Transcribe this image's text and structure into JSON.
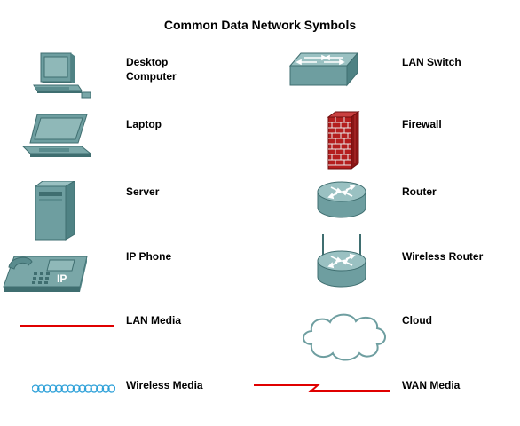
{
  "title": "Common Data Network Symbols",
  "symbols": {
    "desktop": {
      "label_line1": "Desktop",
      "label_line2": "Computer",
      "icon": "desktop-computer-icon"
    },
    "laptop": {
      "label": "Laptop",
      "icon": "laptop-icon"
    },
    "server": {
      "label": "Server",
      "icon": "server-icon"
    },
    "ip_phone": {
      "label": "IP Phone",
      "icon": "ip-phone-icon",
      "phone_text": "IP"
    },
    "lan_media": {
      "label": "LAN Media",
      "icon": "lan-media-line",
      "color": "#e00000"
    },
    "wireless_media": {
      "label": "Wireless Media",
      "icon": "wireless-media-wave",
      "color": "#2a9fd8"
    },
    "lan_switch": {
      "label": "LAN Switch",
      "icon": "lan-switch-icon"
    },
    "firewall": {
      "label": "Firewall",
      "icon": "firewall-icon",
      "color": "#b41e1e"
    },
    "router": {
      "label": "Router",
      "icon": "router-icon"
    },
    "wireless_router": {
      "label": "Wireless Router",
      "icon": "wireless-router-icon"
    },
    "cloud": {
      "label": "Cloud",
      "icon": "cloud-icon"
    },
    "wan_media": {
      "label": "WAN Media",
      "icon": "wan-media-line",
      "color": "#e00000"
    }
  },
  "colors": {
    "device_teal": "#6e9ea0",
    "device_dark": "#3f6e70",
    "screen": "#8fb8b8"
  }
}
